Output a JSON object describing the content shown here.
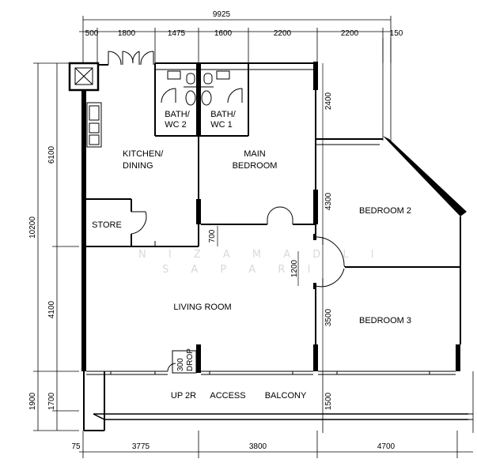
{
  "overall": {
    "top_total": "9925",
    "left_total": "10200"
  },
  "dims_top": [
    "500",
    "1800",
    "1475",
    "1600",
    "2200",
    "2200",
    "150"
  ],
  "dims_bottom": [
    "75",
    "3775",
    "3800",
    "4700"
  ],
  "dims_left": [
    "6100",
    "4100",
    "1900",
    "1700"
  ],
  "dims_inner": [
    "2400",
    "4300",
    "3500",
    "1500",
    "700",
    "1200"
  ],
  "rooms": {
    "bath2": [
      "BATH/",
      "WC 2"
    ],
    "bath1": [
      "BATH/",
      "WC 1"
    ],
    "kitchen": [
      "KITCHEN/",
      "DINING"
    ],
    "main_bedroom": [
      "MAIN",
      "BEDROOM"
    ],
    "bedroom2": "BEDROOM 2",
    "store": "STORE",
    "living_room": "LIVING ROOM",
    "bedroom3": "BEDROOM 3"
  },
  "refuse": [
    "300",
    "DROP"
  ],
  "stair_note": "UP 2R",
  "corridor": [
    "ACCESS",
    "BALCONY"
  ],
  "watermark": [
    "N I Z A M   A D L I",
    "S A P A R I"
  ]
}
